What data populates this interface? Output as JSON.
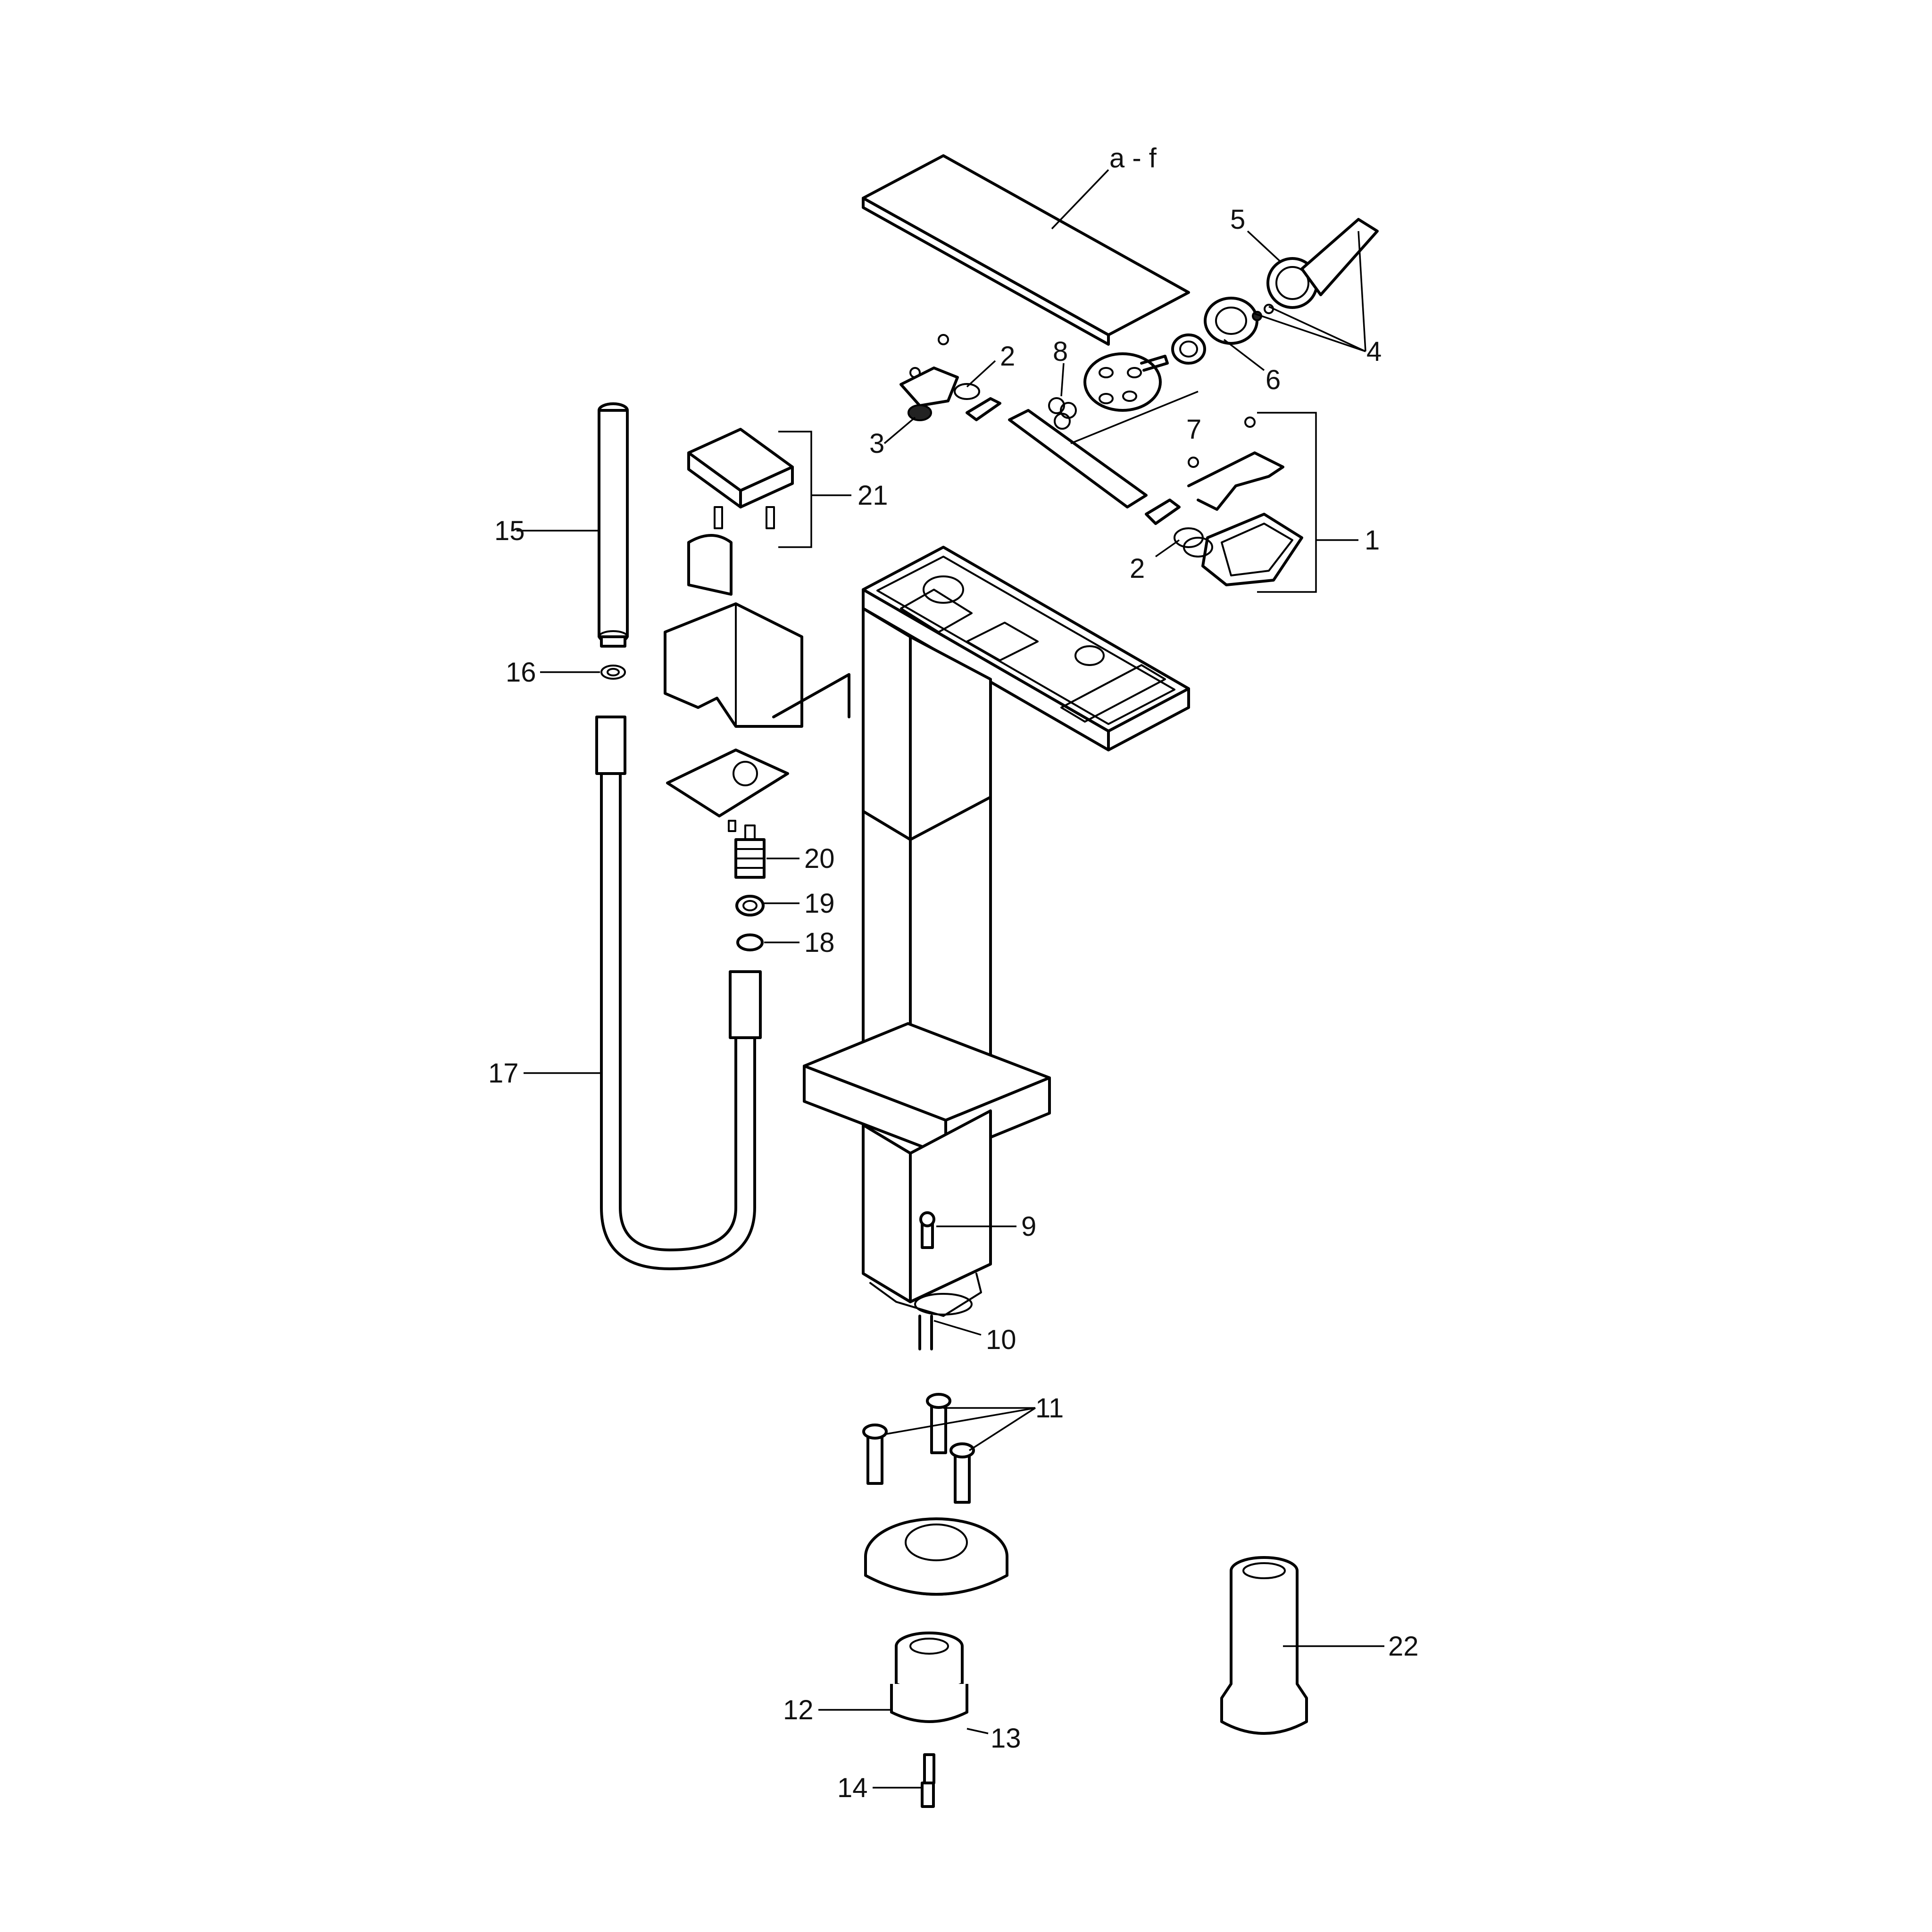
{
  "callouts": {
    "a_f": "a - f",
    "c1": "1",
    "c2a": "2",
    "c2b": "2",
    "c3": "3",
    "c4": "4",
    "c5": "5",
    "c6": "6",
    "c7": "7",
    "c8": "8",
    "c9": "9",
    "c10": "10",
    "c11": "11",
    "c12": "12",
    "c13": "13",
    "c14": "14",
    "c15": "15",
    "c16": "16",
    "c17": "17",
    "c18": "18",
    "c19": "19",
    "c20": "20",
    "c21": "21",
    "c22": "22"
  }
}
